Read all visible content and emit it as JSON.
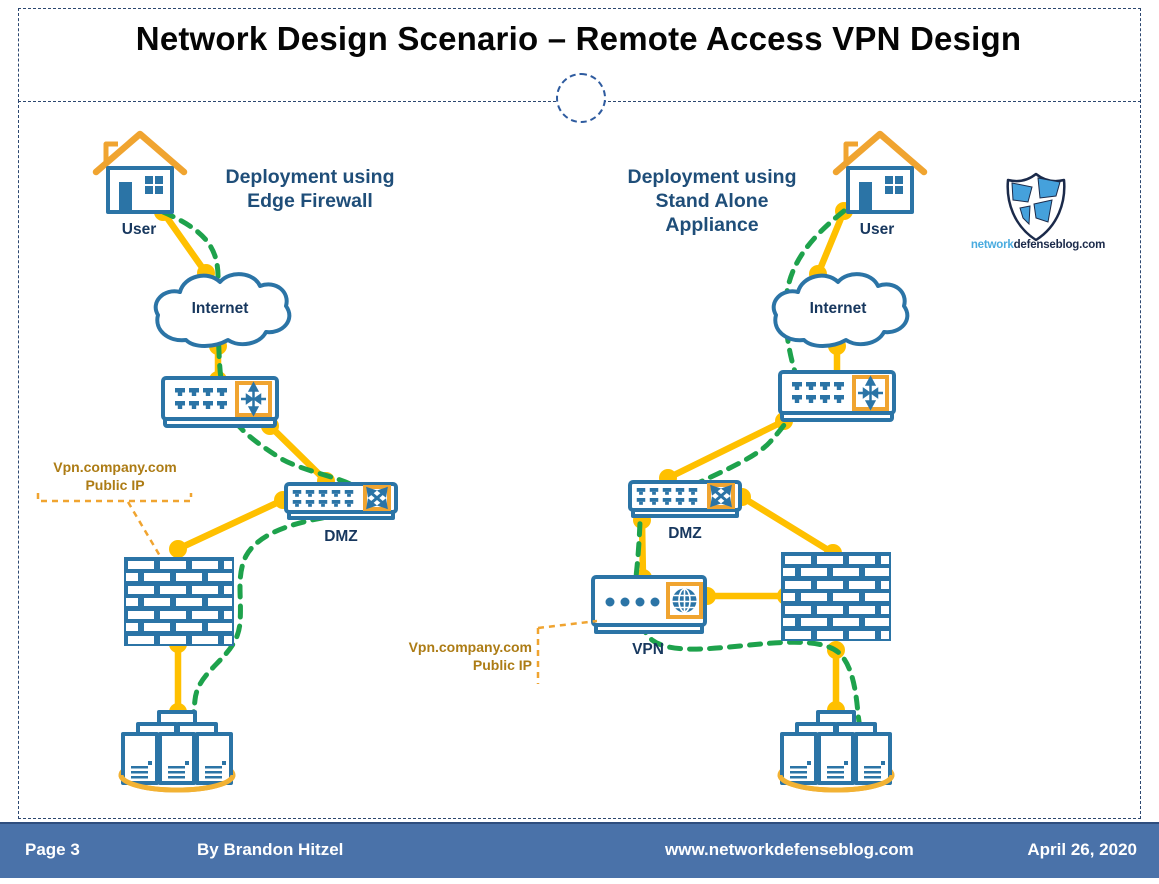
{
  "title": "Network Design Scenario – Remote Access VPN Design",
  "logo": {
    "prefix": "network",
    "suffix": "defenseblog.com"
  },
  "panels": {
    "edge": {
      "heading": {
        "line1": "Deployment using",
        "line2": "Edge Firewall"
      },
      "user": "User",
      "internet": "Internet",
      "dmz": "DMZ",
      "dns": {
        "line1": "Vpn.company.com",
        "line2": "Public IP"
      }
    },
    "standalone": {
      "heading": {
        "line1": "Deployment using",
        "line2": "Stand Alone",
        "line3": "Appliance"
      },
      "user": "User",
      "internet": "Internet",
      "dmz": "DMZ",
      "vpn": "VPN",
      "dns": {
        "line1": "Vpn.company.com",
        "line2": "Public IP"
      }
    }
  },
  "footer": {
    "page": "Page 3",
    "author": "By Brandon Hitzel",
    "website": "www.networkdefenseblog.com",
    "date": "April 26, 2020"
  },
  "colors": {
    "device_blue": "#2B74A6",
    "link_yellow": "#FFC000",
    "tunnel_green": "#1EA24C",
    "accent_orange": "#F0A430",
    "label_navy": "#17375E",
    "heading_blue": "#1F4E79",
    "dns_gold": "#AD7C15",
    "footer_blue": "#4A72A9",
    "logo_light_blue": "#49ABDF",
    "logo_navy": "#1B2A4A"
  }
}
